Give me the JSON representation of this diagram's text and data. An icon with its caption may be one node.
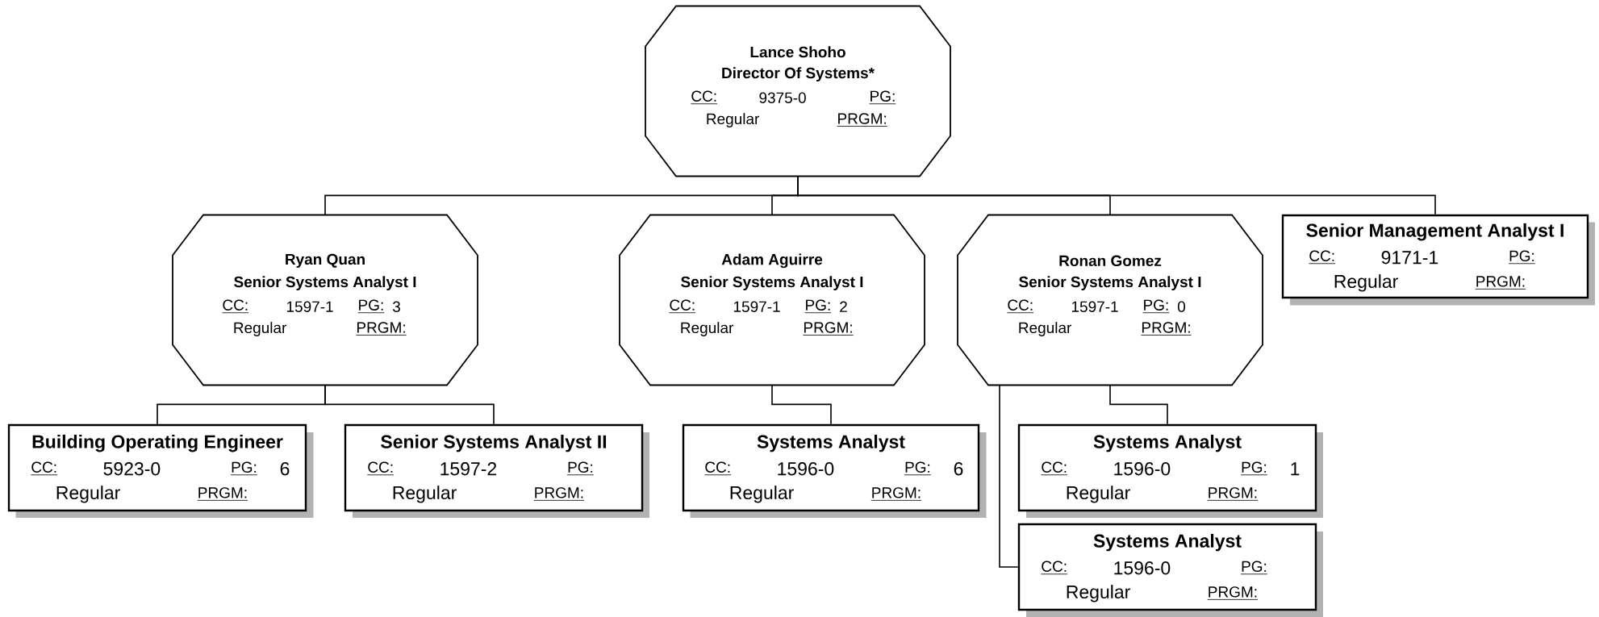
{
  "diagram": {
    "nodes": [
      {
        "text": [
          "Lance Shoho",
          "Director Of Systems*",
          "CC:",
          "9375-0",
          "PG:",
          "Regular",
          "PRGM:"
        ]
      },
      {
        "text": [
          "Ryan Quan",
          "Senior Systems Analyst I",
          "CC:",
          "1597-1",
          "PG:",
          "3",
          "Regular",
          "PRGM:"
        ]
      },
      {
        "text": [
          "Adam Aguirre",
          "Senior Systems Analyst I",
          "CC:",
          "1597-1",
          "PG:",
          "2",
          "Regular",
          "PRGM:"
        ]
      },
      {
        "text": [
          "Ronan Gomez",
          "Senior Systems Analyst I",
          "CC:",
          "1597-1",
          "PG:",
          "0",
          "Regular",
          "PRGM:"
        ]
      },
      {
        "text": [
          "Senior Management Analyst I",
          "CC:",
          "9171-1",
          "PG:",
          "Regular",
          "PRGM:"
        ]
      },
      {
        "text": [
          "Building Operating Engineer",
          "CC:",
          "5923-0",
          "PG:",
          "6",
          "Regular",
          "PRGM:"
        ]
      },
      {
        "text": [
          "Senior Systems Analyst II",
          "CC:",
          "1597-2",
          "PG:",
          "Regular",
          "PRGM:"
        ]
      },
      {
        "text": [
          "Systems Analyst",
          "CC:",
          "1596-0",
          "PG:",
          "6",
          "Regular",
          "PRGM:"
        ]
      },
      {
        "text": [
          "Systems Analyst",
          "CC:",
          "1596-0",
          "PG:",
          "1",
          "Regular",
          "PRGM:"
        ]
      },
      {
        "text": [
          "Systems Analyst",
          "CC:",
          "1596-0",
          "PG:",
          "Regular",
          "PRGM:"
        ]
      }
    ],
    "edges": [
      {
        "from": 0,
        "to": 1,
        "arrow": "none"
      },
      {
        "from": 0,
        "to": 2,
        "arrow": "none"
      },
      {
        "from": 0,
        "to": 3,
        "arrow": "none"
      },
      {
        "from": 0,
        "to": 4,
        "arrow": "none"
      },
      {
        "from": 1,
        "to": 5,
        "arrow": "none"
      },
      {
        "from": 1,
        "to": 6,
        "arrow": "none"
      },
      {
        "from": 2,
        "to": 7,
        "arrow": "none"
      },
      {
        "from": 3,
        "to": 8,
        "arrow": "none"
      },
      {
        "from": 3,
        "to": 9,
        "arrow": "none"
      }
    ]
  }
}
